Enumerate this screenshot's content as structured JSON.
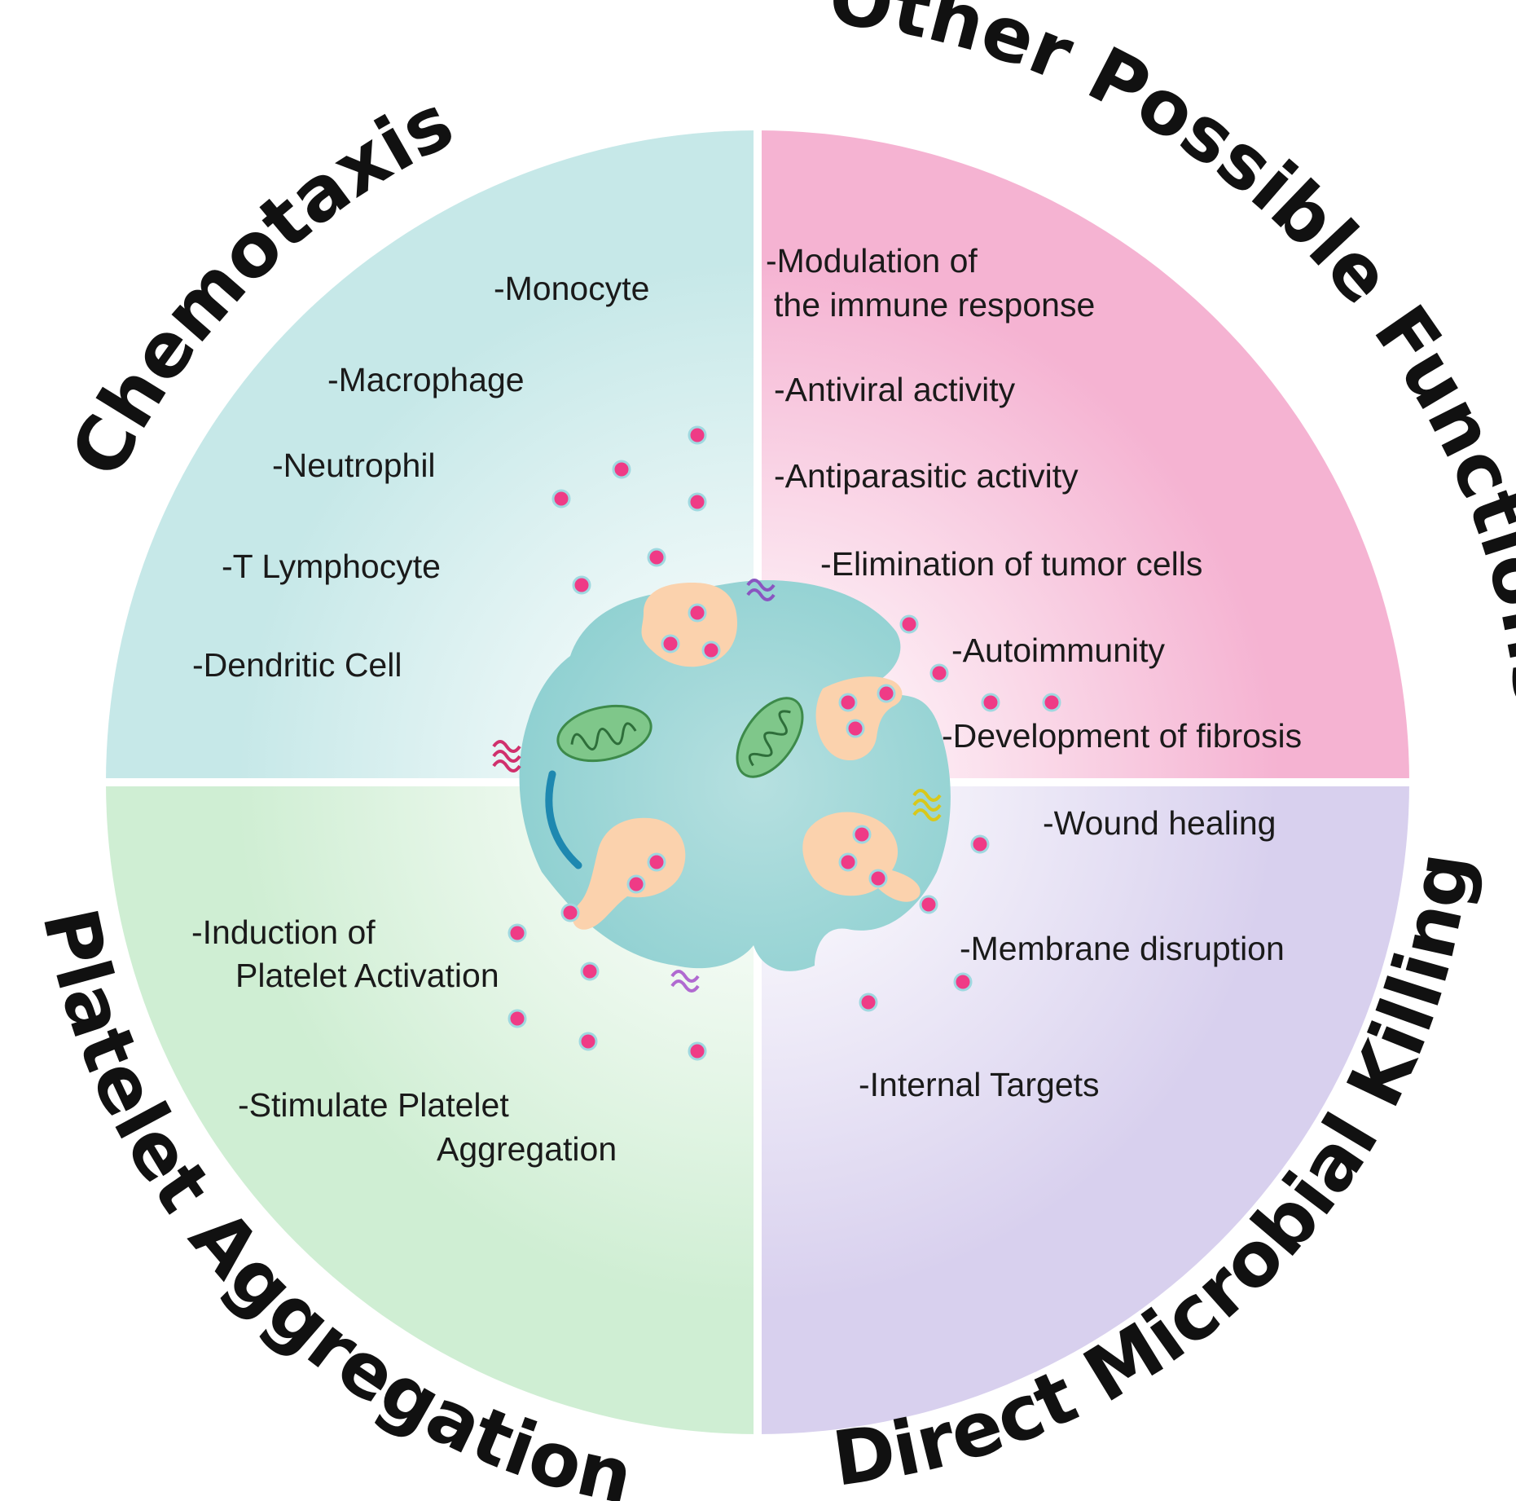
{
  "quadrants": {
    "chemotaxis": {
      "title": "Chemotaxis",
      "items": [
        "-Monocyte",
        "-Macrophage",
        "-Neutrophil",
        "-T Lymphocyte",
        "-Dendritic Cell"
      ]
    },
    "other_functions": {
      "title": "Other Possible Functions",
      "items": [
        "-Modulation of",
        "the immune response",
        "-Antiviral activity",
        "-Antiparasitic activity",
        "-Elimination of tumor cells",
        "-Autoimmunity",
        "-Development of fibrosis"
      ]
    },
    "platelet_aggregation": {
      "title": "Platelet Aggregation",
      "items": [
        "-Induction of",
        "Platelet Activation",
        "-Stimulate Platelet",
        "Aggregation"
      ]
    },
    "microbial_killing": {
      "title": "Direct Microbial Killing",
      "items": [
        "-Wound healing",
        "-Membrane disruption",
        "-Internal Targets"
      ]
    }
  },
  "colors": {
    "chemotaxis": "#c6e8e8",
    "other_functions": "#f5b3d2",
    "platelet_aggregation": "#cfeed3",
    "microbial_killing": "#d8d0ee",
    "cell": "#8ccfd0",
    "granule": "#fbd2ad",
    "dot": "#ef3b86"
  }
}
